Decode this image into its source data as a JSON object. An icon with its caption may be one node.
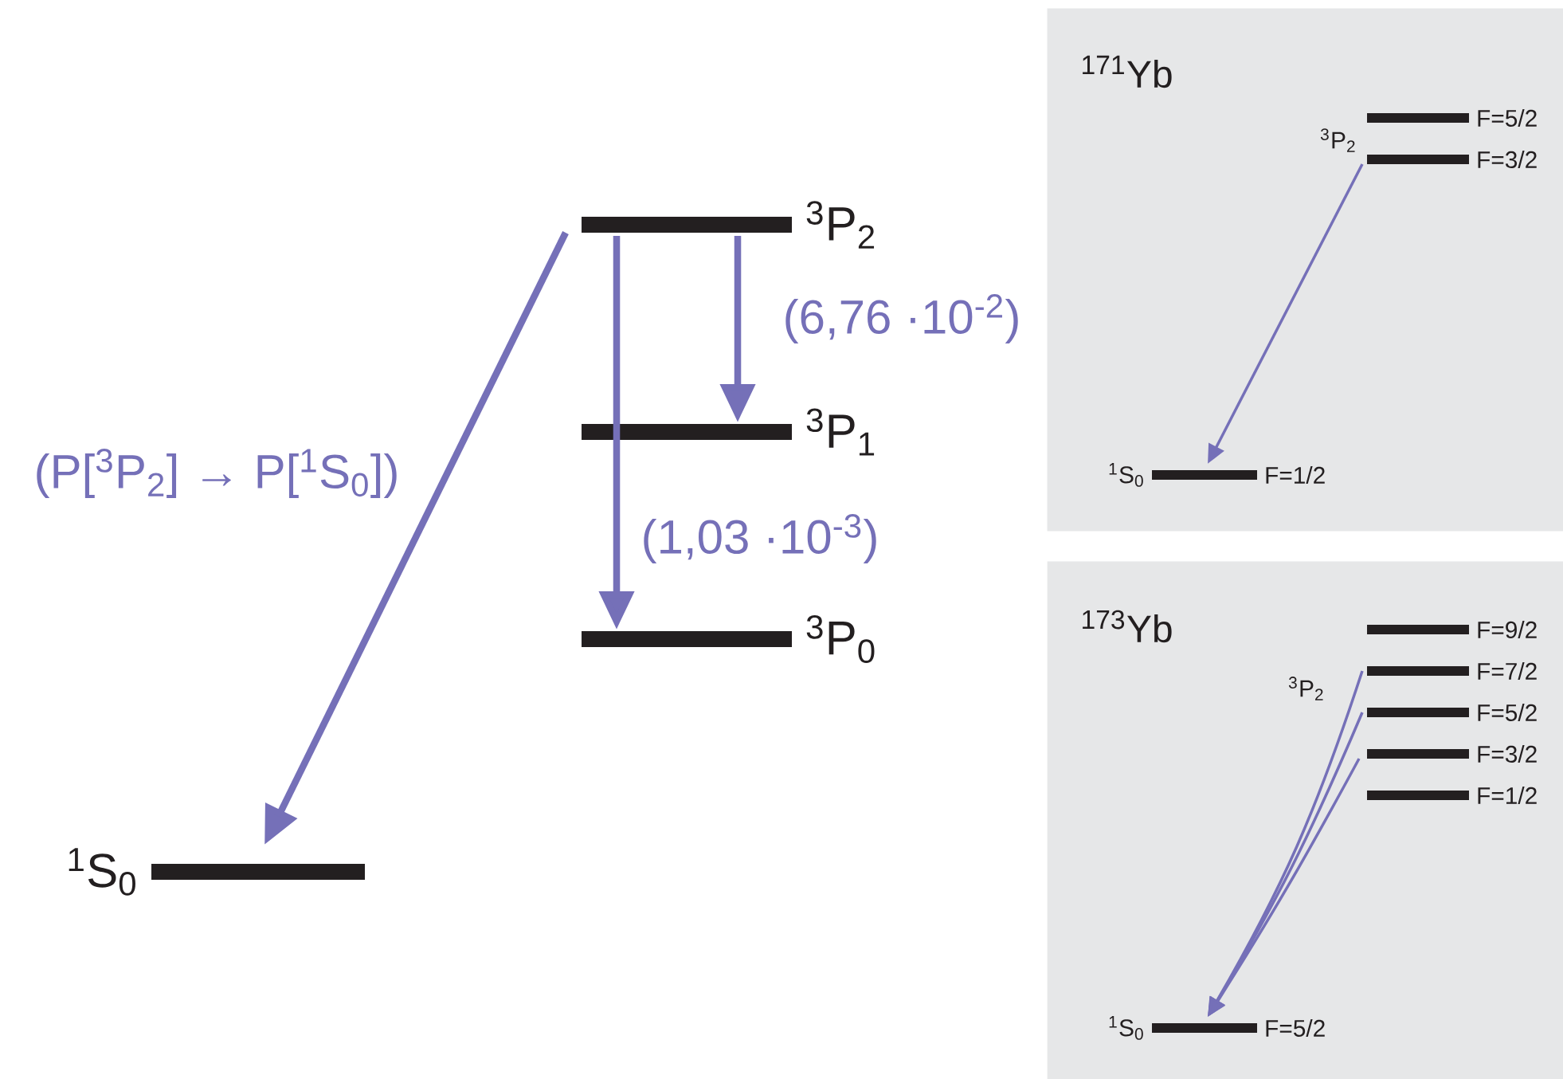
{
  "diagram": {
    "nodes": [
      {
        "text": [
          "$^{3}$P$_{2}$"
        ]
      },
      {
        "text": [
          "$^{3}$P$_{1}$"
        ]
      },
      {
        "text": [
          "$^{3}$P$_{0}$"
        ]
      },
      {
        "text": [
          "$^{1}$S$_{0}$"
        ]
      },
      {
        "text": [
          "$^{171}$Yb"
        ]
      },
      {
        "text": [
          "F=5/2"
        ],
        "in": 4
      },
      {
        "text": [
          "F=3/2"
        ],
        "in": 4
      },
      {
        "text": [
          "$^{1}$S$_{0}$",
          "F=1/2"
        ],
        "in": 4
      },
      {
        "text": [
          "$^{173}$Yb"
        ]
      },
      {
        "text": [
          "F=9/2"
        ],
        "in": 8
      },
      {
        "text": [
          "F=7/2"
        ],
        "in": 8
      },
      {
        "text": [
          "F=5/2"
        ],
        "in": 8
      },
      {
        "text": [
          "F=3/2"
        ],
        "in": 8
      },
      {
        "text": [
          "F=1/2"
        ],
        "in": 8
      },
      {
        "text": [
          "$^{1}$S$_{0}$",
          "F=5/2"
        ],
        "in": 8
      }
    ],
    "edges": [
      {
        "from": 0,
        "to": 3,
        "arrow": "to",
        "style": "thick",
        "label": "(P[$^{3}$P$_{2}$] → P[$^{1}$S$_{0}$])"
      },
      {
        "from": 0,
        "to": 1,
        "arrow": "to",
        "style": "thick",
        "label": "(6,76 ·10$^{-2}$)"
      },
      {
        "from": 0,
        "to": 2,
        "arrow": "to",
        "style": "thick",
        "label": "(1,03 ·10$^{-3}$)"
      },
      {
        "from": 6,
        "to": 7,
        "arrow": "to"
      },
      {
        "from": 10,
        "to": 14,
        "arrow": "to"
      },
      {
        "from": 11,
        "to": 14,
        "arrow": "to"
      },
      {
        "from": 12,
        "to": 14,
        "arrow": "to"
      }
    ],
    "labels": [
      "$^{3}$P$_{2}$",
      "$^{3}$P$_{2}$"
    ]
  }
}
